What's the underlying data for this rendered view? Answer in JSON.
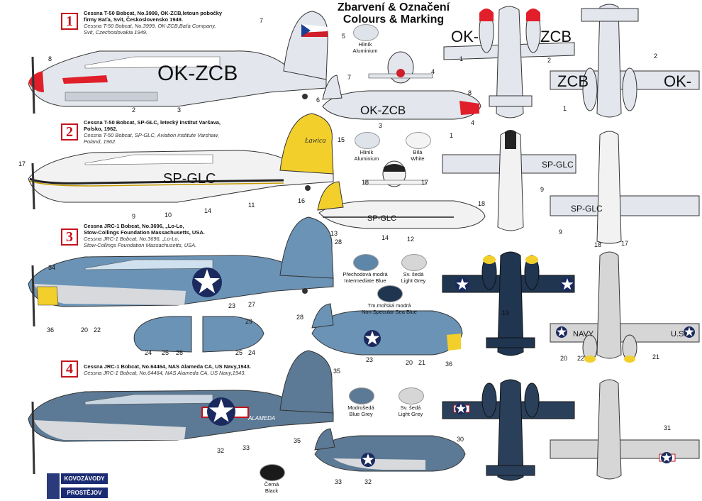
{
  "header": {
    "title_cs": "Zbarvení & Označení",
    "title_en": "Colours & Marking"
  },
  "schemes": [
    {
      "badge": "1",
      "line1_cs": "Cessna T-50 Bobcat, No.3999, OK-ZCB,letoun pobočky",
      "line2_cs": "firmy Baťa, Svit, Československo 1949.",
      "line1_en": "Cessna T-50 Bobcat, No.3999, OK-ZCB,Baťa Company,",
      "line2_en": "Svit, Czechoslovakia 1949.",
      "registration": "OK-ZCB",
      "registration_reversed": "OK-ZCB"
    },
    {
      "badge": "2",
      "line1_cs": "Cessna T-50 Bobcat, SP-GLC, letecký institut Varšava,",
      "line2_cs": "Polsko, 1962.",
      "line1_en": "Cessna T-50 Bobcat, SP-GLC, Aviation institute Varshaw,",
      "line2_en": "Poland, 1962.",
      "registration": "SP-GLC",
      "fin_text": "Ławica"
    },
    {
      "badge": "3",
      "line1_cs": "Cessna JRC-1 Bobcat, No.3696, „Lo-Lo,",
      "line2_cs": "Stow-Collings Foundation Massachusetts, USA.",
      "line1_en": "Cessna JRC-1 Bobcat, No.3696, „Lo-Lo,",
      "line2_en": "Stow-Collings Foundation Massachusetts, USA.",
      "wing_text_left": "NAVY",
      "wing_text_right": "U.S."
    },
    {
      "badge": "4",
      "line1_cs": "Cessna JRC-1 Bobcat, No.64464, NAS Alameda CA, US Navy,1943.",
      "line1_en": "Cessna JRC-1 Bobcat, No.64464, NAS Alameda CA, US Navy,1943.",
      "fuselage_text": "ALAMEDA"
    }
  ],
  "swatches": [
    {
      "cs": "Hliník",
      "en": "Aluminium",
      "color": "#dfe3ea"
    },
    {
      "cs": "Hliník",
      "en": "Aluminium",
      "color": "#dfe3ea"
    },
    {
      "cs": "Bílá",
      "en": "White",
      "color": "#f4f4f4"
    },
    {
      "cs": "Přechodová modrá",
      "en": "Intermediate Blue",
      "color": "#5d86a8"
    },
    {
      "cs": "Sv. šedá",
      "en": "Light Grey",
      "color": "#d6d6d6"
    },
    {
      "cs": "Tm.mořská modrá",
      "en": "Non Specular Sea Blue",
      "color": "#1f3550"
    },
    {
      "cs": "Modrošedá",
      "en": "Blue Grey",
      "color": "#5c7a95"
    },
    {
      "cs": "Sv. šedá",
      "en": "Light Grey",
      "color": "#d6d6d6"
    },
    {
      "cs": "Černá",
      "en": "Black",
      "color": "#1a1a1a"
    }
  ],
  "callouts": {
    "s1": [
      "7",
      "5",
      "8",
      "2",
      "3",
      "4",
      "7",
      "6",
      "8",
      "3",
      "4",
      "1",
      "1",
      "2",
      "1",
      "2"
    ],
    "s2": [
      "15",
      "17",
      "9",
      "10",
      "14",
      "11",
      "18",
      "17",
      "16",
      "18",
      "13",
      "14",
      "12",
      "9",
      "9",
      "18",
      "17"
    ],
    "s3": [
      "28",
      "34",
      "23",
      "27",
      "36",
      "20",
      "22",
      "29",
      "24",
      "25",
      "26",
      "25",
      "24",
      "28",
      "19",
      "23",
      "20",
      "21",
      "36",
      "20",
      "22",
      "21"
    ],
    "s4": [
      "35",
      "32",
      "33",
      "35",
      "30",
      "33",
      "32",
      "31"
    ]
  },
  "logo": {
    "top": "KOVOZÁVODY",
    "bottom": "PROSTĚJOV"
  },
  "colors": {
    "badge_red": "#c4121c",
    "intermediate_blue": "#5d86a8",
    "sea_blue": "#1f3550",
    "aluminium": "#dfe3ea",
    "yellow": "#f2cf2b",
    "blue_grey": "#5c7a95"
  }
}
